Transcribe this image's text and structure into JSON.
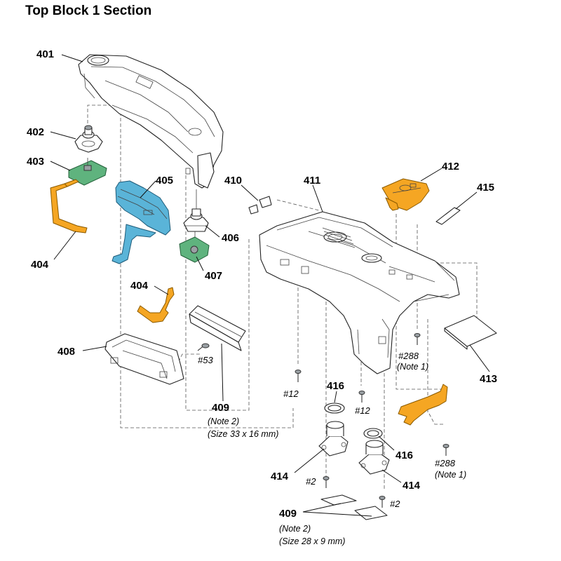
{
  "title": "Top Block 1 Section",
  "callouts": {
    "p401": "401",
    "p402": "402",
    "p403": "403",
    "p404a": "404",
    "p404b": "404",
    "p405": "405",
    "p406": "406",
    "p407": "407",
    "p408": "408",
    "p409a": "409",
    "p409b": "409",
    "p410": "410",
    "p411": "411",
    "p412": "412",
    "p413": "413",
    "p414a": "414",
    "p414b": "414",
    "p415": "415",
    "p416a": "416",
    "p416b": "416"
  },
  "screws": {
    "s53": "#53",
    "s12a": "#12",
    "s12b": "#12",
    "s288a": "#288",
    "s288b": "#288",
    "s2a": "#2",
    "s2b": "#2"
  },
  "notes": {
    "note1a": "(Note 1)",
    "note1b": "(Note 1)",
    "note2a": "(Note 2)",
    "size_a": "(Size 33 x 16 mm)",
    "note2b": "(Note 2)",
    "size_b": "(Size 28 x 9 mm)"
  },
  "colors": {
    "flex": "#f5a623",
    "block": "#5ab4d8",
    "board": "#5fb37e"
  }
}
